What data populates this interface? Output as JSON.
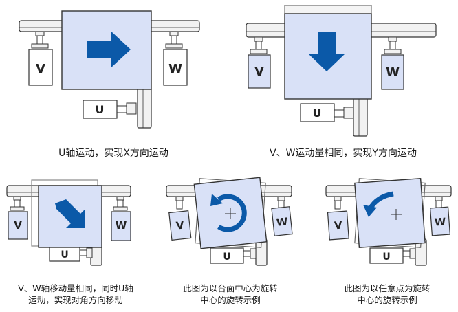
{
  "labels": {
    "u": "U",
    "v": "V",
    "w": "W"
  },
  "captions": {
    "p1": "U轴运动，实现X方向运动",
    "p2": "V、W运动量相同，实现Y方向运动",
    "p3_line1": "V、W轴移动量相同，同时U轴",
    "p3_line2": "运动，实现对角方向移动",
    "p4_line1": "此图为以台面中心为旋转",
    "p4_line2": "中心的旋转示例",
    "p5_line1": "此图为以任意点为旋转",
    "p5_line2": "中心的旋转示例"
  },
  "colors": {
    "stage": "#d9e1f7",
    "arrow": "#0b59a8",
    "outline": "#333333",
    "rail": "#f2f2f2"
  },
  "icons": {
    "p1": "arrow-right-icon",
    "p2": "arrow-down-icon",
    "p3": "arrow-diagonal-icon",
    "p4": "rotate-ccw-icon",
    "p5": "rotate-ccw-icon"
  }
}
